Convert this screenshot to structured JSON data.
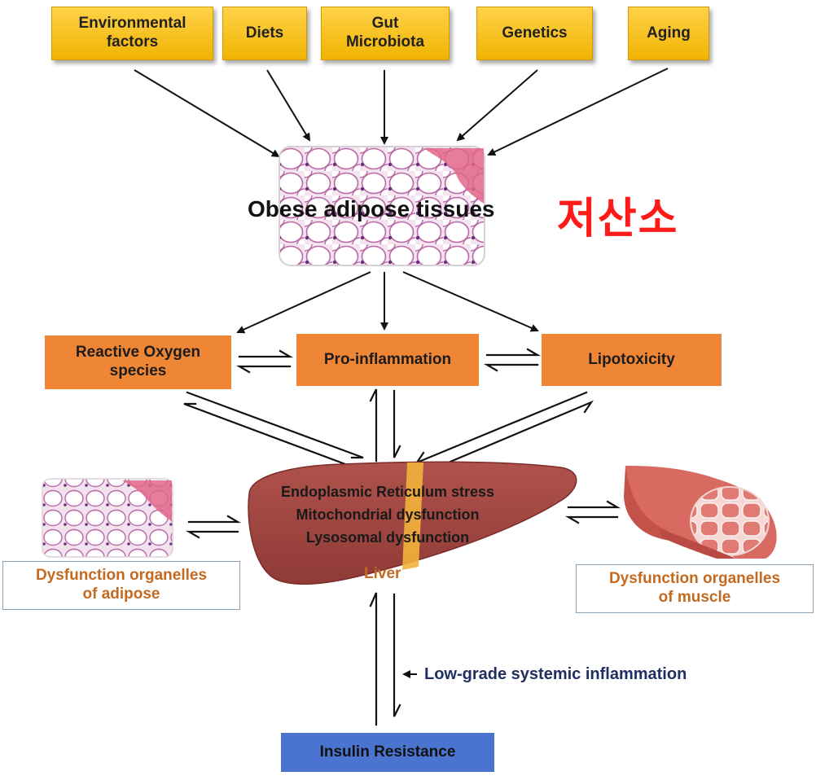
{
  "causes": [
    {
      "id": "environmental",
      "label_line1": "Environmental",
      "label_line2": "factors"
    },
    {
      "id": "diets",
      "label_line1": "Diets",
      "label_line2": ""
    },
    {
      "id": "gut",
      "label_line1": "Gut",
      "label_line2": "Microbiota"
    },
    {
      "id": "genetics",
      "label_line1": "Genetics",
      "label_line2": ""
    },
    {
      "id": "aging",
      "label_line1": "Aging",
      "label_line2": ""
    }
  ],
  "center": {
    "title": "Obese adipose tissues",
    "annotation": "저산소"
  },
  "mediators": {
    "ros_line1": "Reactive Oxygen",
    "ros_line2": "species",
    "inflammation": "Pro-inflammation",
    "lipotoxicity": "Lipotoxicity"
  },
  "liver": {
    "line1": "Endoplasmic Reticulum stress",
    "line2": "Mitochondrial dysfunction",
    "line3": "Lysosomal dysfunction",
    "name": "Liver"
  },
  "adipose_dysfunction": {
    "line1": "Dysfunction organelles",
    "line2": "of adipose"
  },
  "muscle_dysfunction": {
    "line1": "Dysfunction organelles",
    "line2": "of muscle"
  },
  "systemic": "Low-grade systemic inflammation",
  "outcome": "Insulin Resistance",
  "colors": {
    "cause_box": "#f7c21b",
    "mediator_box": "#ef8636",
    "outcome_box": "#4a74d0",
    "annotation": "#ff1a1a",
    "dysfunction_text": "#c46a20",
    "systemic_text": "#1f2f60"
  }
}
